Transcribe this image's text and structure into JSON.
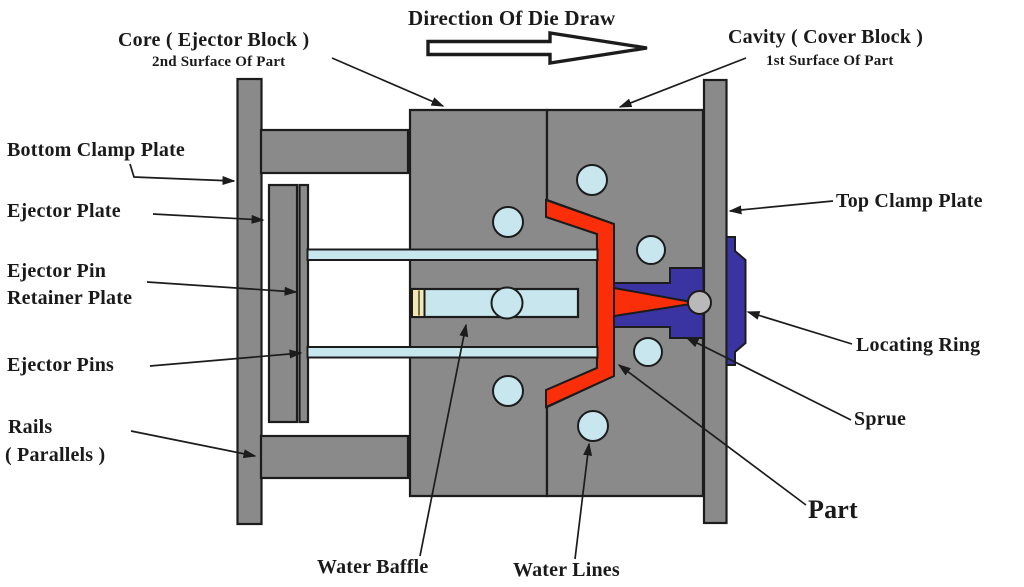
{
  "labels": {
    "direction": "Direction Of Die Draw",
    "core1": "Core ( Ejector Block )",
    "core2": "2nd Surface Of Part",
    "cavity1": "Cavity ( Cover Block )",
    "cavity2": "1st Surface Of Part",
    "bottom_clamp": "Bottom Clamp Plate",
    "ejector_plate": "Ejector Plate",
    "retainer1": "Ejector Pin",
    "retainer2": "Retainer Plate",
    "ejector_pins": "Ejector Pins",
    "rails1": "Rails",
    "rails2": "( Parallels )",
    "top_clamp": "Top Clamp Plate",
    "locating_ring": "Locating Ring",
    "sprue": "Sprue",
    "part": "Part",
    "water_baffle": "Water Baffle",
    "water_lines": "Water Lines"
  },
  "colors": {
    "background": "#ffffff",
    "plate_gray": "#8a8a8a",
    "water_blue": "#c7e6ee",
    "part_red": "#fa2f0a",
    "bushing_blue": "#3a34a3",
    "baffle_tan": "#f4e7b0",
    "nozzle_gray": "#b9b9b9",
    "arrow_fill": "#ffffff",
    "outline": "#1c1c1c",
    "text": "#1a1a1a"
  }
}
